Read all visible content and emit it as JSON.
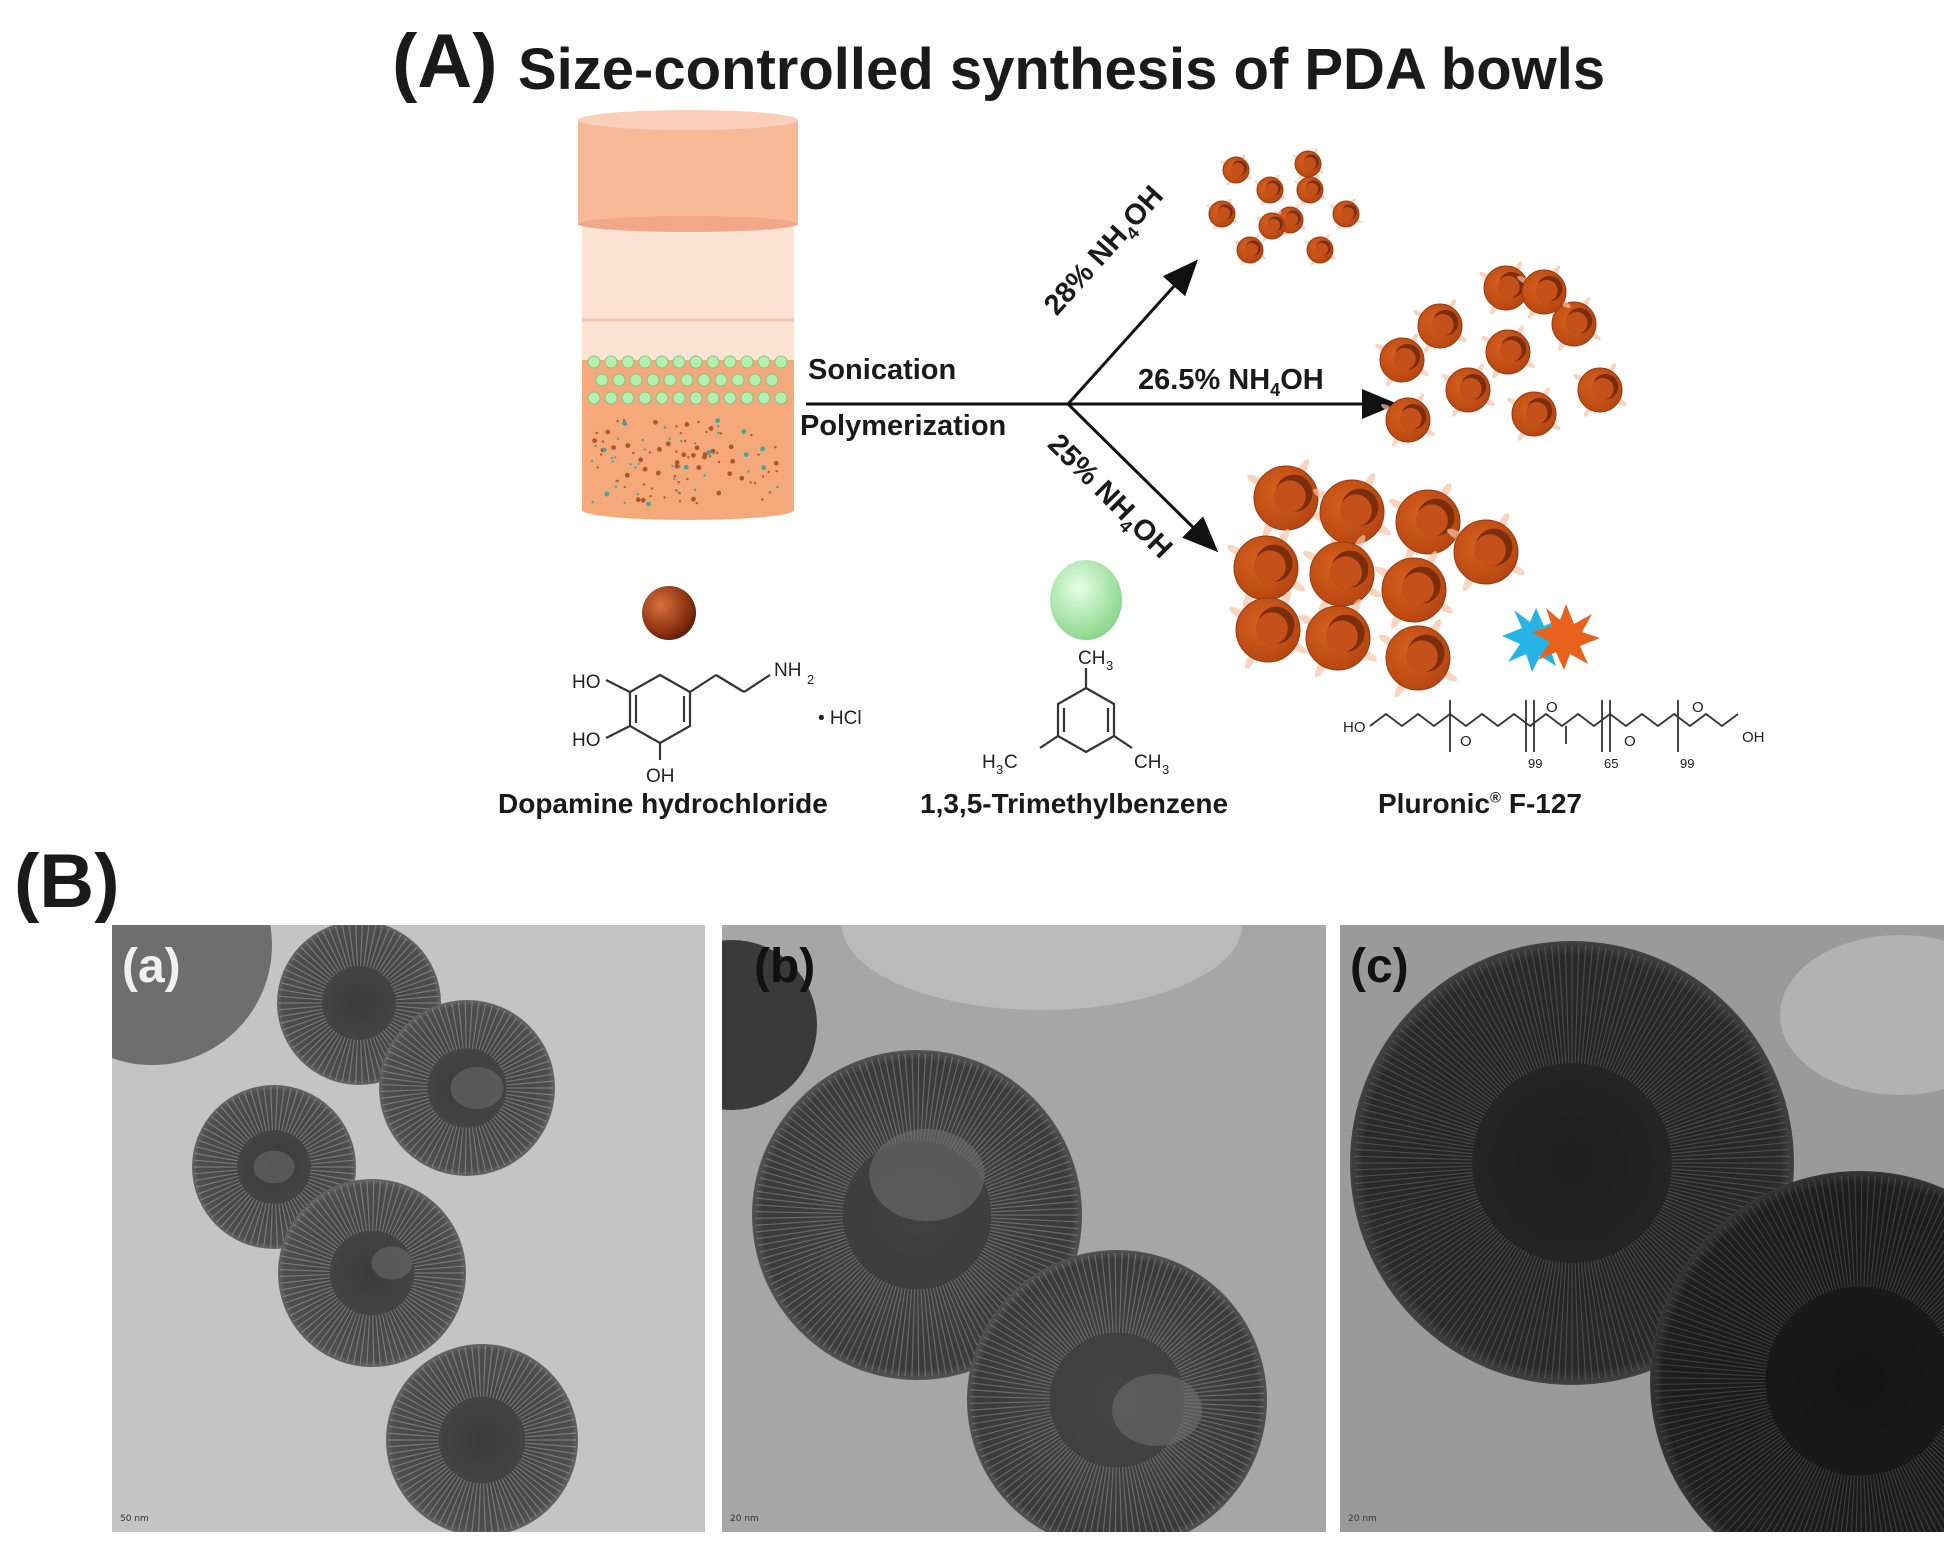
{
  "panel_a": {
    "label": "(A)",
    "title": "Size-controlled synthesis of PDA bowls",
    "step1": "Sonication",
    "step2": "Polymerization",
    "branches": [
      {
        "pct": "28% NH",
        "sub": "4",
        "tail": "OH"
      },
      {
        "pct": "26.5% NH",
        "sub": "4",
        "tail": "OH"
      },
      {
        "pct": "25% NH",
        "sub": "4",
        "tail": "OH"
      }
    ],
    "reagents": [
      {
        "name": "Dopamine hydrochloride",
        "color": "#a0401c"
      },
      {
        "name": "1,3,5-Trimethylbenzene",
        "color": "#a8e6a8"
      },
      {
        "name": "Pluronic",
        "sup": "®",
        "suffix": " F-127"
      }
    ],
    "structures": {
      "dopamine": {
        "ho1": "HO",
        "ho2": "HO",
        "oh": "OH",
        "nh2": "NH",
        "nh2_sub": "2",
        "hcl": "• HCl"
      },
      "tmb": {
        "ch3_top": "CH",
        "ch3_sub": "3",
        "h3c": "H",
        "h3c_sub": "3",
        "h3c_tail": "C",
        "ch3_right": "CH",
        "ch3_right_sub": "3"
      },
      "pluronic": {
        "ho": "HO",
        "oh": "OH",
        "o": "O",
        "n1": "99",
        "n2": "65",
        "n3": "99"
      }
    },
    "colors": {
      "bowl": "#c6501a",
      "bowl_dark": "#7a2e0c",
      "jar_cap": "#f7b998",
      "jar_body": "#fde3d4",
      "solution": "#f5a97a",
      "burst_blue": "#27b3e6",
      "burst_orange": "#e8621e"
    }
  },
  "panel_b": {
    "label": "(B)",
    "images": [
      {
        "tag": "(a)",
        "scale": "50 nm"
      },
      {
        "tag": "(b)",
        "scale": "20 nm"
      },
      {
        "tag": "(c)",
        "scale": "20 nm"
      }
    ]
  }
}
